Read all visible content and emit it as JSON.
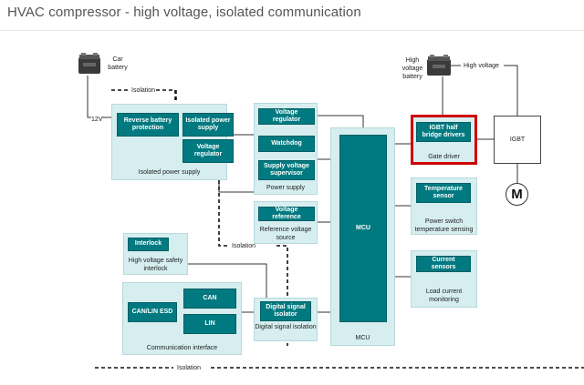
{
  "header": {
    "title": "HVAC compressor - high voltage, isolated communication"
  },
  "labels": {
    "car_battery": "Car battery",
    "hv_battery": "High voltage battery",
    "high_voltage": "High voltage",
    "twelve_v": "12V",
    "isolation_top": "Isolation",
    "isolation_mid": "Isolation",
    "isolation_bottom": "Isolation"
  },
  "blocks": {
    "isolated_power_supply": {
      "label": "Isolated power supply",
      "reverse_battery": "Reverse battery protection",
      "isolated_power": "Isolated power supply",
      "voltage_regulator": "Voltage regulator"
    },
    "power_supply": {
      "label": "Power supply",
      "voltage_regulator": "Voltage regulator",
      "watchdog": "Watchdog",
      "supervisor": "Supply voltage supervisor"
    },
    "reference": {
      "chip": "Voltage reference",
      "label": "Reference voltage source"
    },
    "mcu": {
      "chip": "MCU",
      "label": "MCU"
    },
    "gate_driver": {
      "chip": "IGBT half bridge drivers",
      "label": "Gate driver"
    },
    "temp": {
      "chip": "Temperature sensor",
      "label": "Power switch temperature sensing"
    },
    "current": {
      "chip": "Current sensors",
      "label": "Load current monitoring"
    },
    "interlock": {
      "chip": "Interlock",
      "label": "High voltage safety interlock"
    },
    "comm": {
      "label": "Communication interface",
      "can_lin_esd": "CAN/LIN ESD",
      "can": "CAN",
      "lin": "LIN"
    },
    "dsi": {
      "chip": "Digital signal isolator",
      "label": "Digital signal isolation"
    },
    "igbt": "IGBT",
    "motor": "M"
  },
  "colors": {
    "block_fill": "#d6eef0",
    "chip_fill": "#007a80",
    "highlight": "#cc0000"
  }
}
